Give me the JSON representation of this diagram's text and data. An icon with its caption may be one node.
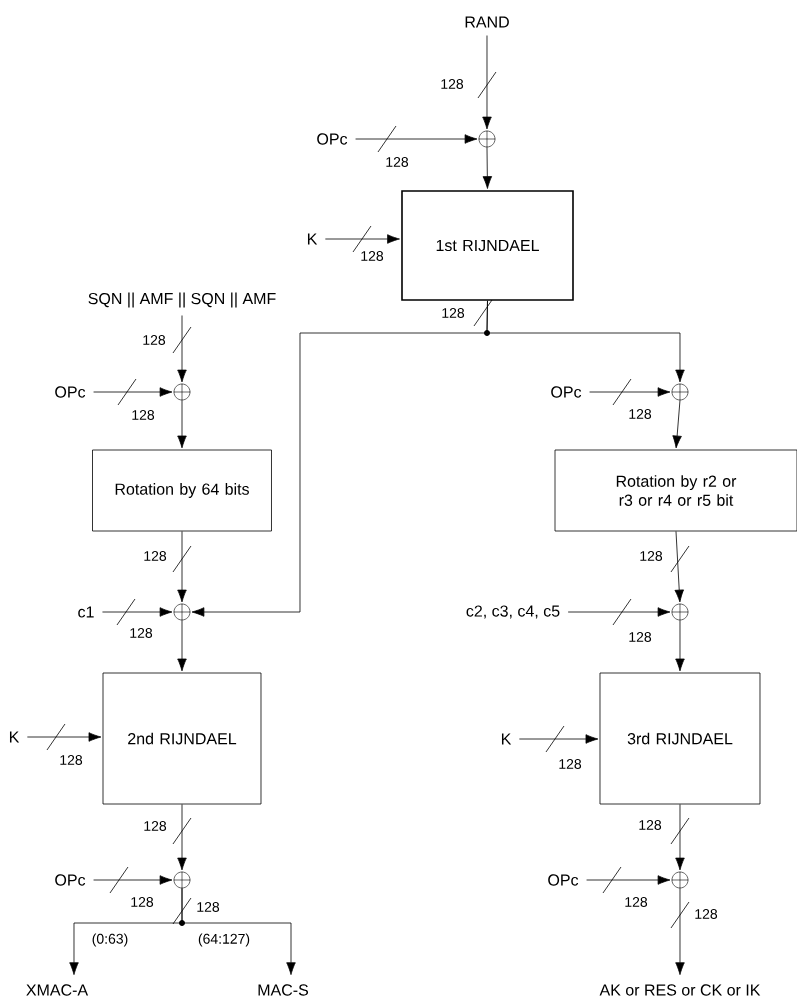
{
  "diagram": {
    "nodes": [
      {
        "text": [
          "RAND"
        ]
      },
      {
        "text": [
          "OPc"
        ]
      },
      {
        "text": [],
        "shape": "circle"
      },
      {
        "text": [
          "K"
        ]
      },
      {
        "text": [
          "1st RIJNDAEL"
        ]
      },
      {
        "text": [
          "SQN || AMF || SQN || AMF"
        ]
      },
      {
        "text": [
          "OPc"
        ]
      },
      {
        "text": [],
        "shape": "circle"
      },
      {
        "text": [
          "OPc"
        ]
      },
      {
        "text": [],
        "shape": "circle"
      },
      {
        "text": [
          "Rotation by 64 bits"
        ]
      },
      {
        "text": [
          "Rotation by r2 or r3 or r4 or r5 bit"
        ]
      },
      {
        "text": [
          "c1"
        ]
      },
      {
        "text": [],
        "shape": "circle"
      },
      {
        "text": [
          "c2, c3, c4, c5"
        ]
      },
      {
        "text": [],
        "shape": "circle"
      },
      {
        "text": [
          "K"
        ]
      },
      {
        "text": [
          "2nd RIJNDAEL"
        ]
      },
      {
        "text": [
          "K"
        ]
      },
      {
        "text": [
          "3rd RIJNDAEL"
        ]
      },
      {
        "text": [
          "OPc"
        ]
      },
      {
        "text": [],
        "shape": "circle"
      },
      {
        "text": [
          "OPc"
        ]
      },
      {
        "text": [],
        "shape": "circle"
      },
      {
        "text": [
          "XMAC-A"
        ]
      },
      {
        "text": [
          "MAC-S"
        ]
      },
      {
        "text": [
          "AK or RES or CK or IK"
        ]
      }
    ],
    "edges": [
      {
        "from": 0,
        "to": 2,
        "arrow": "to",
        "label": "128"
      },
      {
        "from": 1,
        "to": 2,
        "arrow": "to",
        "label": "128"
      },
      {
        "from": 2,
        "to": 4,
        "arrow": "to"
      },
      {
        "from": 3,
        "to": 4,
        "arrow": "to",
        "label": "128"
      },
      {
        "from": 4,
        "to": 13,
        "arrow": "to"
      },
      {
        "from": 4,
        "to": 9,
        "arrow": "to"
      },
      {
        "from": 5,
        "to": 7,
        "arrow": "to",
        "label": "128"
      },
      {
        "from": 6,
        "to": 7,
        "arrow": "to",
        "label": "128"
      },
      {
        "from": 7,
        "to": 10,
        "arrow": "to"
      },
      {
        "from": 8,
        "to": 9,
        "arrow": "to",
        "label": "128"
      },
      {
        "from": 9,
        "to": 11,
        "arrow": "to"
      },
      {
        "from": 10,
        "to": 13,
        "arrow": "to",
        "label": "128"
      },
      {
        "from": 12,
        "to": 13,
        "arrow": "to",
        "label": "128"
      },
      {
        "from": 11,
        "to": 15,
        "arrow": "to",
        "label": "128"
      },
      {
        "from": 14,
        "to": 15,
        "arrow": "to",
        "label": "128"
      },
      {
        "from": 13,
        "to": 17,
        "arrow": "to"
      },
      {
        "from": 15,
        "to": 19,
        "arrow": "to"
      },
      {
        "from": 16,
        "to": 17,
        "arrow": "to",
        "label": "128"
      },
      {
        "from": 18,
        "to": 19,
        "arrow": "to",
        "label": "128"
      },
      {
        "from": 17,
        "to": 21,
        "arrow": "to",
        "label": "128"
      },
      {
        "from": 20,
        "to": 21,
        "arrow": "to",
        "label": "128"
      },
      {
        "from": 19,
        "to": 23,
        "arrow": "to",
        "label": "128"
      },
      {
        "from": 22,
        "to": 23,
        "arrow": "to",
        "label": "128"
      },
      {
        "from": 21,
        "to": 24,
        "arrow": "to",
        "label": "(0:63)"
      },
      {
        "from": 21,
        "to": 25,
        "arrow": "to",
        "label": "(64:127)"
      },
      {
        "from": 23,
        "to": 26,
        "arrow": "to",
        "label": "128"
      }
    ],
    "labels": [
      "128",
      "128"
    ]
  }
}
